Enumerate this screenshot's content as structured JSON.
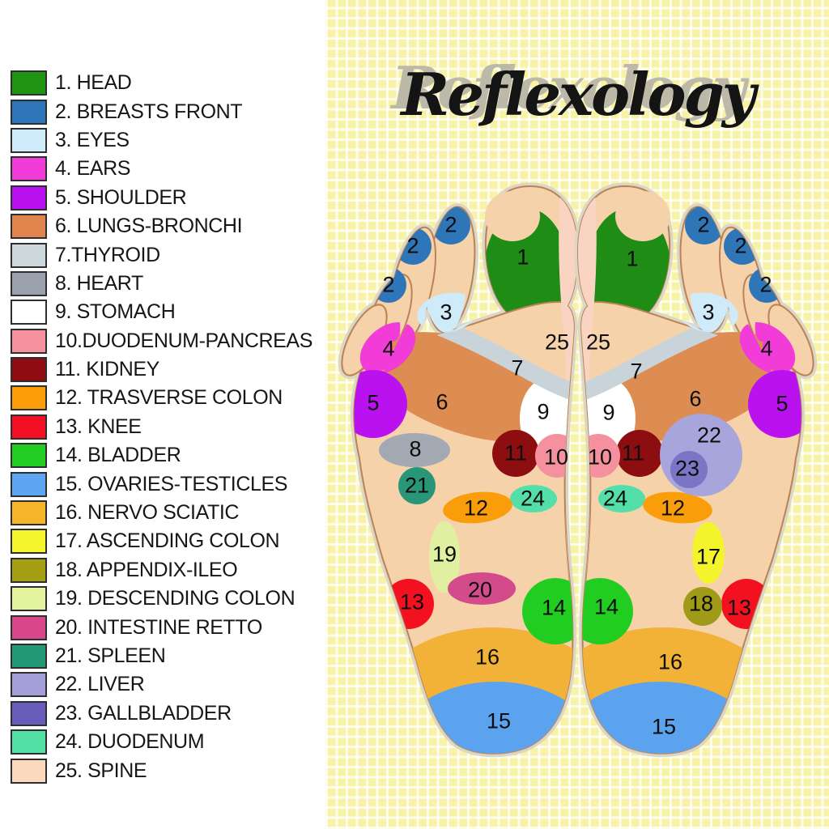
{
  "title": "Reflexology",
  "background": {
    "panel_left": "#ffffff",
    "panel_right": "#f8f2a6",
    "grid_line": "rgba(255,255,255,0.78)"
  },
  "legend": {
    "swatch_border": "#2e2e2e",
    "items": [
      {
        "text": "1. HEAD",
        "color": "#1f9413"
      },
      {
        "text": "2. BREASTS FRONT",
        "color": "#2f76b8"
      },
      {
        "text": "3. EYES",
        "color": "#cfeaf8"
      },
      {
        "text": "4. EARS",
        "color": "#f23cd8"
      },
      {
        "text": "5. SHOULDER",
        "color": "#b911ef"
      },
      {
        "text": "6. LUNGS-BRONCHI",
        "color": "#e0854e"
      },
      {
        "text": "7.THYROID",
        "color": "#cdd8dc"
      },
      {
        "text": "8. HEART",
        "color": "#9aa1ac"
      },
      {
        "text": "9. STOMACH",
        "color": "#ffffff"
      },
      {
        "text": "10.DUODENUM-PANCREAS",
        "color": "#f5929e"
      },
      {
        "text": "11. KIDNEY",
        "color": "#8f0d12"
      },
      {
        "text": "12. TRASVERSE COLON",
        "color": "#fb9d09"
      },
      {
        "text": "13. KNEE",
        "color": "#f30f24"
      },
      {
        "text": "14. BLADDER",
        "color": "#23cd23"
      },
      {
        "text": "15. OVARIES-TESTICLES",
        "color": "#5ea5f2"
      },
      {
        "text": "16. NERVO SCIATIC",
        "color": "#f6b62b"
      },
      {
        "text": "17. ASCENDING COLON",
        "color": "#f6f62e"
      },
      {
        "text": "18. APPENDIX-ILEO",
        "color": "#a59f16"
      },
      {
        "text": "19. DESCENDING COLON",
        "color": "#e2f29d"
      },
      {
        "text": "20. INTESTINE RETTO",
        "color": "#d9478a"
      },
      {
        "text": "21. SPLEEN",
        "color": "#239976"
      },
      {
        "text": "22. LIVER",
        "color": "#a49fd9"
      },
      {
        "text": "23. GALLBLADDER",
        "color": "#695dbb"
      },
      {
        "text": "24. DUODENUM",
        "color": "#52e0a4"
      },
      {
        "text": "25. SPINE",
        "color": "#fcd9bd"
      }
    ]
  },
  "feet": {
    "skin": "#f6d2ab",
    "outline": "#b98355",
    "halo": "#dcd6c6",
    "zone_colors": {
      "z1": "#1f8c15",
      "z2": "#2f76b8",
      "z3": "#cfeaf8",
      "z4": "#f23cd8",
      "z5": "#b911ef",
      "z6": "#dd8c52",
      "z7": "#c9d4da",
      "z8": "#a3a9b3",
      "z9": "#ffffff",
      "z10": "#f5919e",
      "z11": "#8c0e10",
      "z12": "#f99d0a",
      "z13": "#f3111f",
      "z14": "#22cd22",
      "z15": "#5ba3ef",
      "z16": "#f1b237",
      "z17": "#f4f42c",
      "z18": "#a09a19",
      "z19": "#e0f0a0",
      "z20": "#d44b8c",
      "z21": "#2a9678",
      "z22": "#a8a4dc",
      "z23": "#7a75c5",
      "z24": "#55dfa8",
      "z25": "#fad4c3"
    },
    "labels": [
      [
        "1",
        646,
        318
      ],
      [
        "2",
        557,
        278
      ],
      [
        "2",
        510,
        304
      ],
      [
        "2",
        480,
        352
      ],
      [
        "3",
        551,
        386
      ],
      [
        "4",
        480,
        431
      ],
      [
        "5",
        461,
        498
      ],
      [
        "25",
        688,
        423
      ],
      [
        "7",
        639,
        455
      ],
      [
        "6",
        546,
        497
      ],
      [
        "9",
        671,
        509
      ],
      [
        "8",
        513,
        555
      ],
      [
        "11",
        637,
        560
      ],
      [
        "10",
        687,
        565
      ],
      [
        "21",
        515,
        600
      ],
      [
        "24",
        658,
        616
      ],
      [
        "12",
        588,
        628
      ],
      [
        "19",
        549,
        685
      ],
      [
        "20",
        593,
        729
      ],
      [
        "13",
        509,
        744
      ],
      [
        "14",
        684,
        751
      ],
      [
        "16",
        602,
        812
      ],
      [
        "15",
        616,
        891
      ],
      [
        "1",
        781,
        320
      ],
      [
        "2",
        869,
        278
      ],
      [
        "2",
        915,
        304
      ],
      [
        "2",
        946,
        352
      ],
      [
        "3",
        875,
        386
      ],
      [
        "4",
        947,
        431
      ],
      [
        "5",
        966,
        499
      ],
      [
        "25",
        739,
        423
      ],
      [
        "7",
        786,
        459
      ],
      [
        "6",
        859,
        493
      ],
      [
        "9",
        752,
        510
      ],
      [
        "11",
        782,
        560
      ],
      [
        "10",
        741,
        565
      ],
      [
        "22",
        876,
        538
      ],
      [
        "23",
        849,
        579
      ],
      [
        "24",
        760,
        616
      ],
      [
        "12",
        831,
        628
      ],
      [
        "17",
        875,
        688
      ],
      [
        "18",
        866,
        746
      ],
      [
        "13",
        913,
        751
      ],
      [
        "14",
        749,
        750
      ],
      [
        "16",
        828,
        818
      ],
      [
        "15",
        820,
        898
      ]
    ]
  }
}
